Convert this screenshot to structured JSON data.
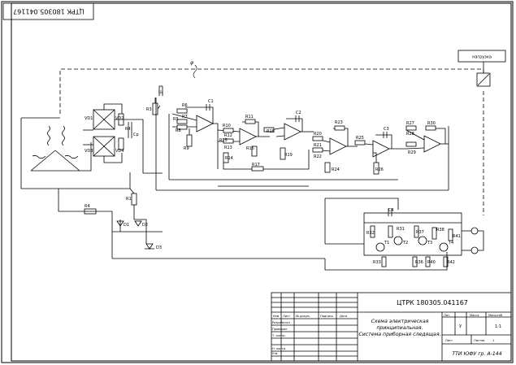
{
  "stamp": {
    "code": "ЦТРК 180305.041167"
  },
  "load": {
    "label": "нагрузка"
  },
  "angle": {
    "label": "φ"
  },
  "supply": {
    "label": "U₀"
  },
  "resistors": {
    "R1": "R1",
    "R3": "R3",
    "R4": "R4",
    "R5": "R5",
    "R6": "R6",
    "R7": "R7",
    "R8": "R8",
    "R9": "R9",
    "R10": "R10",
    "R11": "R11",
    "R12": "R12",
    "R13": "R13",
    "R14": "R14",
    "R15": "R15",
    "R16": "R16",
    "R17": "R17",
    "R18": "R18",
    "R19": "R19",
    "R20": "R20",
    "R21": "R21",
    "R22": "R22",
    "R23": "R23",
    "R24": "R24",
    "R25": "R25",
    "R26": "R26",
    "R27": "R27",
    "R28": "R28",
    "R29": "R29",
    "R30": "R30",
    "R31": "R31",
    "R32": "R32",
    "R33": "R33",
    "R36": "R36",
    "R37": "R37",
    "R38": "R38",
    "R40": "R40",
    "R41": "R41",
    "R42": "R42"
  },
  "capacitors": {
    "C1": "C1",
    "C2": "C2",
    "C3": "C3",
    "C4": "C4",
    "Cp": "Cр"
  },
  "diodes": {
    "VD1": "VD1",
    "VD2": "VD2",
    "VD3": "VD3",
    "VD4": "VD4",
    "D1": "D1",
    "D2": "D2",
    "D3": "D3"
  },
  "transistors": {
    "T1": "T1",
    "T2": "T2",
    "T3": "T3",
    "T4": "T4"
  },
  "title_block": {
    "designation": "ЦТРК 180305.041167",
    "title_lines": [
      "Схема электрическая",
      "принципиальная.",
      "Система приборная следящая."
    ],
    "col_labels": [
      "Изм",
      "Лист",
      "№ докум.",
      "Подпись",
      "Дата"
    ],
    "row_labels": [
      "Разработал",
      "Проверил",
      "Т. контр.",
      "Н. контр.",
      "Утв."
    ],
    "stage_headers": [
      "Лит.",
      "Масса",
      "Масштаб"
    ],
    "stage_letter": "У",
    "scale": "1:1",
    "sheet_label": "Лист",
    "sheets_label": "Листов",
    "sheets_value": "1",
    "organization": "ТТИ ЮФУ гр. А-144"
  }
}
